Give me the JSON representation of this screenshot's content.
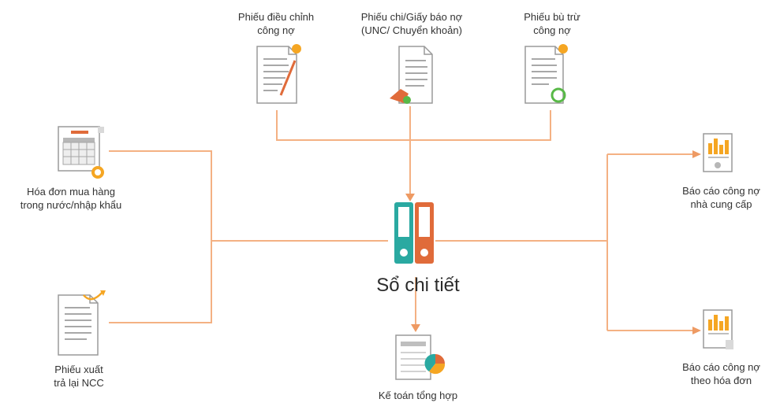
{
  "colors": {
    "connector": "#f4b183",
    "arrow": "#ee9a63",
    "accent": "#f5a623",
    "teal": "#2aa9a1",
    "orange_binder": "#e06b3a",
    "green": "#58b947"
  },
  "nodes": {
    "adjustment_voucher": {
      "line1": "Phiếu điều chỉnh",
      "line2": "công nợ",
      "icon": "document-pencil-icon"
    },
    "payment_voucher": {
      "line1": "Phiếu chi/Giấy báo nợ",
      "line2": "(UNC/ Chuyển khoản)",
      "icon": "document-money-icon"
    },
    "offset_voucher": {
      "line1": "Phiếu bù trừ",
      "line2": "công nợ",
      "icon": "document-refresh-icon"
    },
    "purchase_invoice": {
      "line1": "Hóa đơn mua hàng",
      "line2": "trong nước/nhập khẩu",
      "icon": "invoice-icon"
    },
    "return_voucher": {
      "line1": "Phiếu xuất",
      "line2": "trả lại NCC",
      "icon": "document-return-icon"
    },
    "ledger": {
      "label": "Sổ chi tiết",
      "icon": "binder-icon"
    },
    "general_accounting": {
      "label": "Kế toán tổng hợp",
      "icon": "accounting-report-icon"
    },
    "supplier_report": {
      "line1": "Báo cáo công nợ",
      "line2": "nhà cung cấp",
      "icon": "report-chart-icon"
    },
    "invoice_report": {
      "line1": "Báo cáo công nợ",
      "line2": "theo hóa đơn",
      "icon": "report-chart-icon"
    }
  }
}
